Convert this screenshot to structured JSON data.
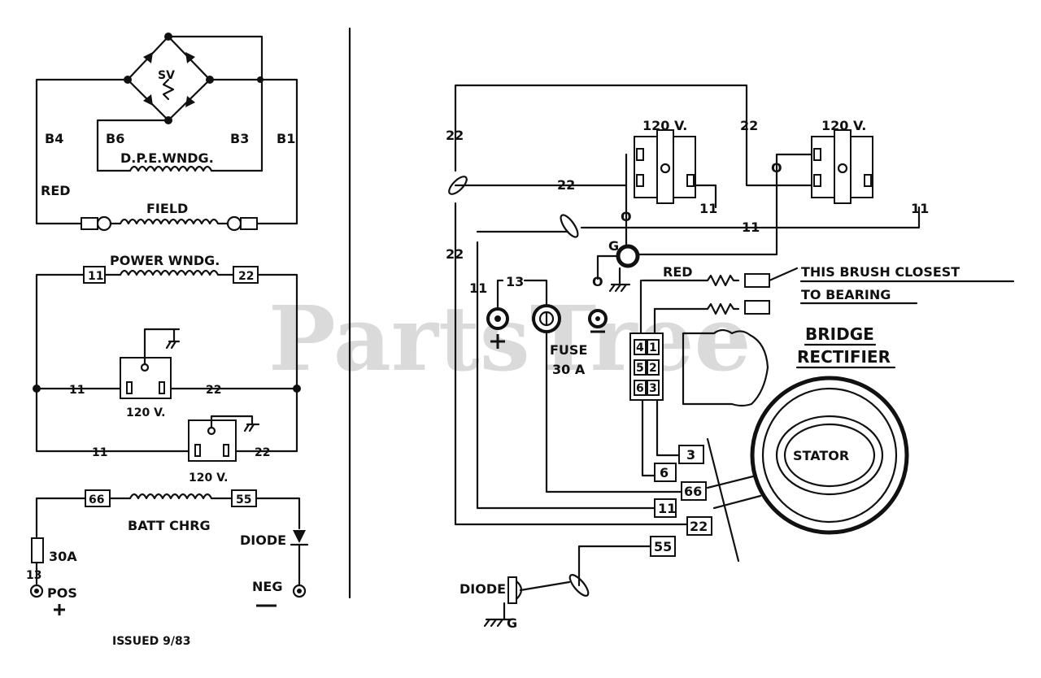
{
  "watermark": "PartsTree",
  "issued": "ISSUED  9/83",
  "left": {
    "b4": "B4",
    "b6": "B6",
    "b3": "B3",
    "b1": "B1",
    "red": "RED",
    "dpe": "D.P.E.WNDG.",
    "field": "FIELD",
    "sv": "SV",
    "power": "POWER WNDG.",
    "t11": "11",
    "t22": "22",
    "w11a": "11",
    "w22a": "22",
    "v120a": "120 V.",
    "w11b": "11",
    "w22b": "22",
    "v120b": "120 V.",
    "t66": "66",
    "t55": "55",
    "batt": "BATT CHRG",
    "fuse": "30A",
    "n13": "13",
    "pos": "POS",
    "diode": "DIODE",
    "neg": "NEG"
  },
  "right": {
    "w22a": "22",
    "w22b": "22",
    "w22c": "22",
    "w22top": "22",
    "w11a": "11",
    "w11b": "11",
    "w11c": "11",
    "w11d": "11",
    "v120a": "120 V.",
    "v120b": "120 V.",
    "o1": "O",
    "o2": "O",
    "o3": "O",
    "g": "G",
    "n13": "13",
    "fuse": "FUSE",
    "fuse_amp": "30 A",
    "red": "RED",
    "brush1": "THIS BRUSH CLOSEST",
    "brush2": "TO BEARING",
    "bridge1": "BRIDGE",
    "bridge2": "RECTIFIER",
    "pin4": "4",
    "pin1": "1",
    "pin5": "5",
    "pin2": "2",
    "pin6": "6",
    "pin3": "3",
    "stator": "STATOR",
    "tag3": "3",
    "tag6": "6",
    "tag66": "66",
    "tag11": "11",
    "tag22": "22",
    "tag55": "55",
    "diode": "DIODE",
    "g2": "G"
  }
}
